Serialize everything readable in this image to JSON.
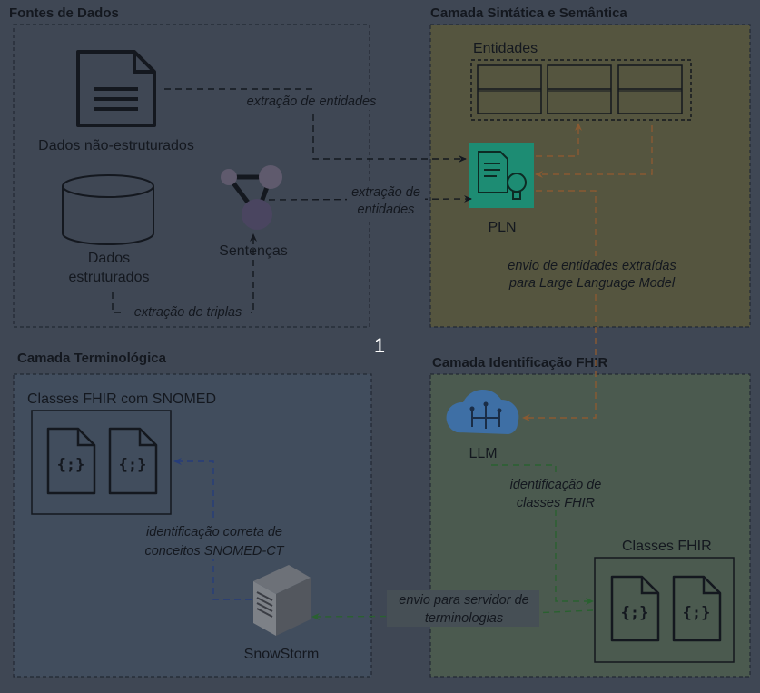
{
  "badge": "1",
  "sections": {
    "fontes": {
      "title": "Fontes de Dados"
    },
    "sintatica": {
      "title": "Camada Sintática e Semântica"
    },
    "terminologica": {
      "title": "Camada Terminológica"
    },
    "fhir": {
      "title": "Camada Identificação FHIR"
    }
  },
  "nodes": {
    "dados_nao_estruturados": "Dados não-estruturados",
    "dados_estruturados": [
      "Dados",
      "estruturados"
    ],
    "sentencas": "Sentenças",
    "entidades": "Entidades",
    "pln": "PLN",
    "classes_snomed": "Classes FHIR com SNOMED",
    "snowstorm": "SnowStorm",
    "llm": "LLM",
    "classes_fhir": "Classes FHIR"
  },
  "edges": {
    "extracao_entidades_1": "extração de entidades",
    "extracao_entidades_2": [
      "extração de",
      "entidades"
    ],
    "extracao_triplas": "extração de triplas",
    "envio_llm": [
      "envio de entidades extraídas",
      "para Large Language Model"
    ],
    "identificacao_classes": [
      "identificação de",
      "classes FHIR"
    ],
    "identificacao_snomed": [
      "identificação correta de",
      "conceitos SNOMED-CT"
    ],
    "envio_servidor": [
      "envio para servidor de",
      "terminologias"
    ]
  },
  "icons": {
    "file_glyph": "{;}"
  },
  "colors": {
    "background": "#3f4754",
    "fontes_fill": "#3f4754",
    "sintatica_fill": "#55553f",
    "terminologica_fill": "#414d5d",
    "fhir_fill": "#4b5a4f",
    "pln_teal": "#1d8c73",
    "llm_blue": "#3e6fa5",
    "arrow_dark": "#14181f",
    "arrow_orange": "#8a5a32",
    "arrow_green": "#2a6130",
    "arrow_blue": "#273d7a"
  }
}
